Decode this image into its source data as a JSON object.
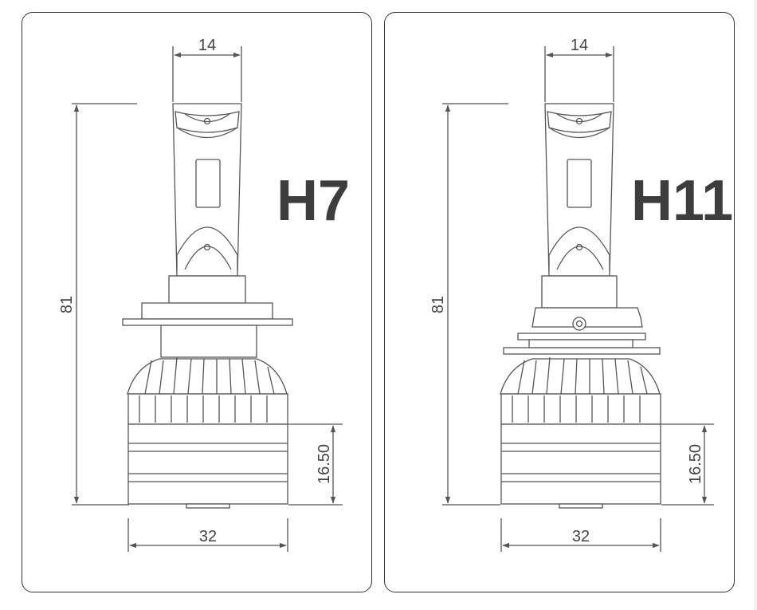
{
  "panels": [
    {
      "model": "H7",
      "dims": {
        "top_width": "14",
        "height": "81",
        "base_height": "16.50",
        "base_width": "32"
      }
    },
    {
      "model": "H11",
      "dims": {
        "top_width": "14",
        "height": "81",
        "base_height": "16.50",
        "base_width": "32"
      }
    }
  ],
  "colors": {
    "line": "#555555",
    "text": "#444444",
    "label": "#3d3d3d",
    "border": "#333333"
  }
}
